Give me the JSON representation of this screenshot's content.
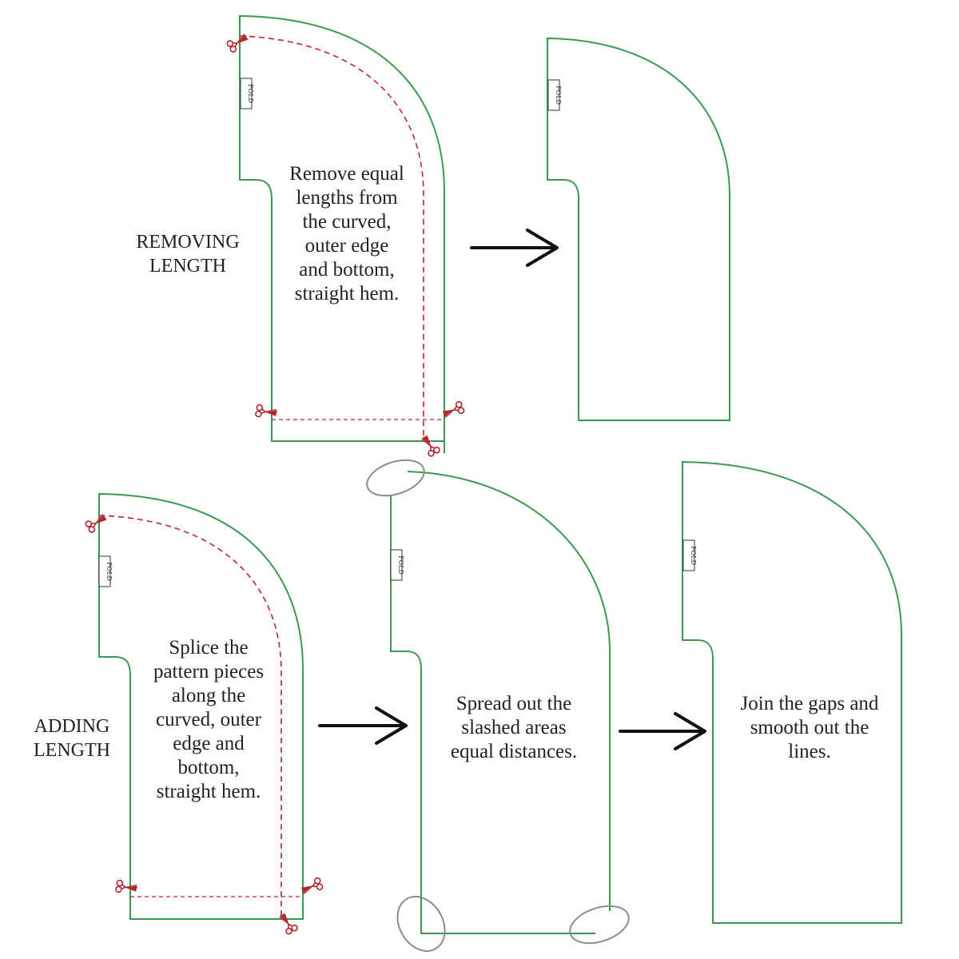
{
  "colors": {
    "pattern_outline": "#3a9a52",
    "cut_line": "#c0272d",
    "scissors": "#b3262c",
    "arrow": "#111111",
    "gap_marker": "#8c8c8c"
  },
  "icons": {
    "scissors": "scissors-icon",
    "arrow": "right-arrow-icon"
  },
  "removing": {
    "label_line1": "REMOVING",
    "label_line2": "LENGTH",
    "fold_label": "FOLD",
    "instruction_lines": [
      "Remove equal",
      "lengths from",
      "the curved,",
      "outer edge",
      "and bottom,",
      "straight hem."
    ],
    "result_fold_label": "FOLD"
  },
  "adding": {
    "label_line1": "ADDING",
    "label_line2": "LENGTH",
    "fold_label": "FOLD",
    "instruction_lines": [
      "Splice the",
      "pattern pieces",
      "along the",
      "curved, outer",
      "edge and",
      "bottom,",
      "straight hem."
    ],
    "spread": {
      "fold_label": "FOLD",
      "instruction_lines": [
        "Spread out the",
        "slashed areas",
        "equal distances."
      ]
    },
    "join": {
      "fold_label": "FOLD",
      "instruction_lines": [
        "Join the gaps and",
        "smooth out the",
        "lines."
      ]
    }
  }
}
